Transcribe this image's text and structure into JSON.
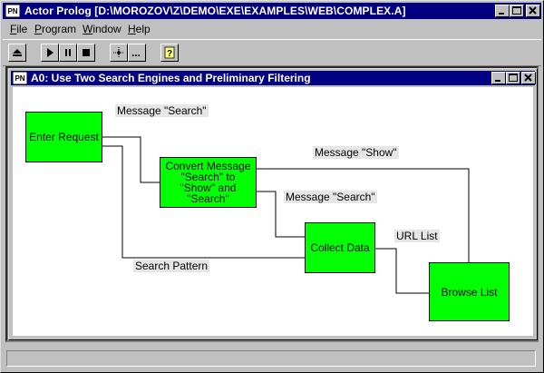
{
  "window": {
    "title": "Actor Prolog [D:\\MOROZOV\\Z\\DEMO\\EXE\\EXAMPLES\\WEB\\COMPLEX.A]",
    "icon_text": "PN",
    "buttons": {
      "minimize": "_",
      "maximize": "□",
      "close": "✕"
    }
  },
  "menu": {
    "items": [
      {
        "label": "File",
        "accel": "F",
        "rest": "ile"
      },
      {
        "label": "Program",
        "accel": "P",
        "rest": "rogram"
      },
      {
        "label": "Window",
        "accel": "W",
        "rest": "indow"
      },
      {
        "label": "Help",
        "accel": "H",
        "rest": "elp"
      }
    ]
  },
  "toolbar": {
    "buttons": [
      "eject-icon",
      "play-icon",
      "pause-icon",
      "stop-icon",
      "debug-icon",
      "more-icon",
      "help-icon"
    ],
    "more_label": "..."
  },
  "child_window": {
    "title": "A0: Use Two Search Engines and Preliminary Filtering",
    "icon_text": "PN"
  },
  "diagram": {
    "nodes": {
      "enter_request": "Enter Request",
      "convert_message": "Convert Message \"Search\" to \"Show\" and \"Search\"",
      "collect_data": "Collect Data",
      "browse_list": "Browse List"
    },
    "edges": {
      "msg_search_1": "Message \"Search\"",
      "msg_show": "Message \"Show\"",
      "msg_search_2": "Message \"Search\"",
      "url_list": "URL List",
      "search_pattern": "Search Pattern"
    },
    "node_color": "#00ff00"
  },
  "colors": {
    "titlebar": "#000080",
    "face": "#c0c0c0",
    "canvas": "#ffffff"
  }
}
